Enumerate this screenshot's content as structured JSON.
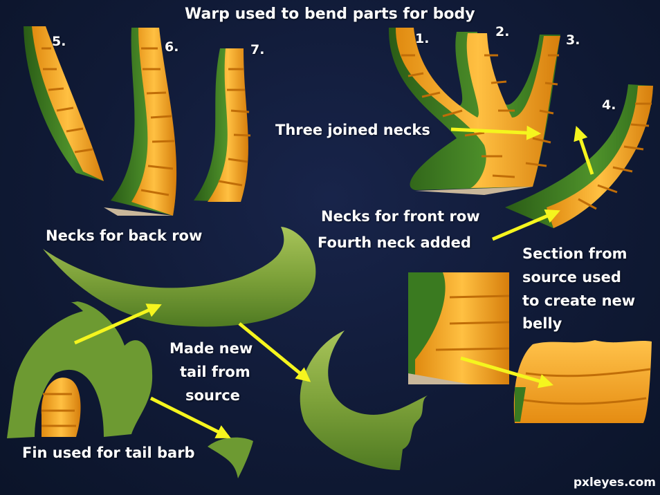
{
  "title": "Warp used to bend parts for body",
  "numbers": [
    "5.",
    "6.",
    "7.",
    "1.",
    "2.",
    "3.",
    "4."
  ],
  "captions": {
    "three_joined_necks": "Three joined necks",
    "necks_back_row": "Necks for back row",
    "necks_front_row": "Necks for front row",
    "fourth_neck_added": "Fourth neck added",
    "section_line1": "Section from",
    "section_line2": "source used",
    "section_line3": "to create new",
    "section_line4": "belly",
    "made_line1": "Made new",
    "made_line2": "tail from",
    "made_line3": "source",
    "fin_used": "Fin used for tail barb"
  },
  "watermark": "pxleyes.com",
  "colors": {
    "background": "#101a36",
    "arrow": "#f5f51e",
    "neck_green": "#3e7d22",
    "belly_orange": "#f3a51c",
    "tail_green": "#7aa03a"
  }
}
